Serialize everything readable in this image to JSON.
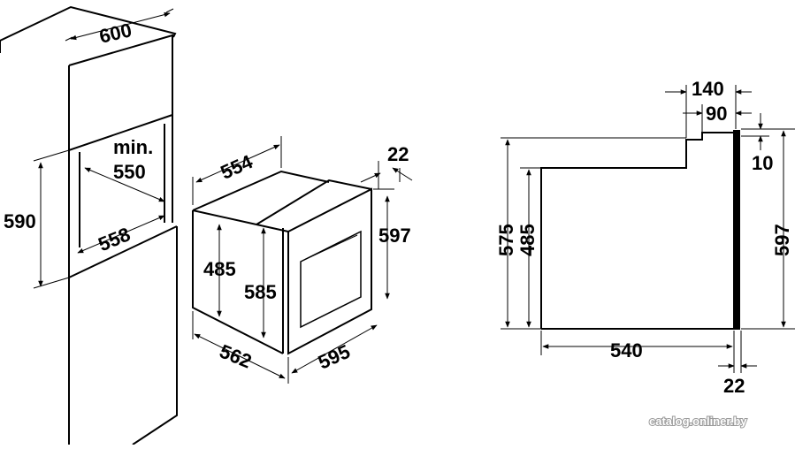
{
  "diagram": {
    "cabinet": {
      "width": "600",
      "min_label_line1": "min.",
      "min_label_line2": "550",
      "niche_height": "590",
      "niche_depth": "558"
    },
    "oven_iso": {
      "width": "554",
      "front_thickness": "22",
      "front_height": "597",
      "body_height": "485",
      "total_height": "585",
      "depth": "562",
      "front_width": "595"
    },
    "side_view": {
      "top_offset_1": "140",
      "top_offset_2": "90",
      "top_gap": "10",
      "outer_height": "575",
      "body_height": "485",
      "front_height": "597",
      "body_depth": "540",
      "door_thickness": "22"
    }
  },
  "watermark": "catalog.onliner.by"
}
